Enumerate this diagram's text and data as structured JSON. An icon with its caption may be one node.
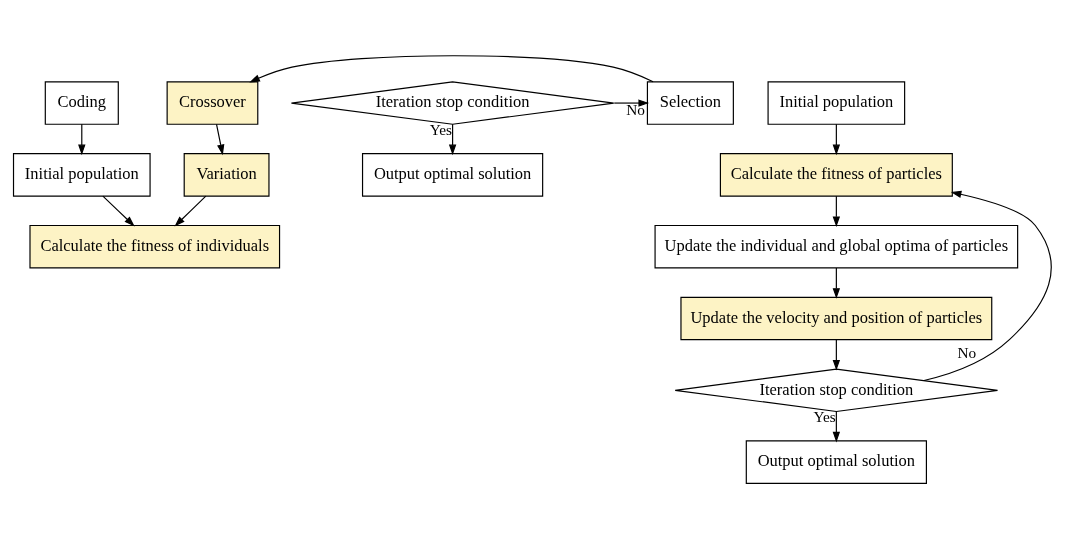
{
  "diagram": {
    "nodes": [
      {
        "text": [
          "Coding"
        ]
      },
      {
        "text": [
          "Initial population"
        ]
      },
      {
        "text": [
          "Variation"
        ]
      },
      {
        "text": [
          "Calculate the fitness of individuals"
        ]
      },
      {
        "text": [
          "Crossover"
        ]
      },
      {
        "text": [
          "Selection"
        ]
      },
      {
        "text": [
          "Iteration stop condition"
        ]
      },
      {
        "text": [
          "Output optimal solution"
        ]
      },
      {
        "text": [
          "Initial population"
        ]
      },
      {
        "text": [
          "Calculate the fitness of particles"
        ]
      },
      {
        "text": [
          "Update the individual and global optima of particles"
        ]
      },
      {
        "text": [
          "Update the velocity and position of particles"
        ]
      },
      {
        "text": [
          "Iteration stop condition"
        ]
      },
      {
        "text": [
          "Output optimal solution"
        ]
      }
    ],
    "edges": [
      {
        "from": 0,
        "to": 1,
        "arrow": "to"
      },
      {
        "from": 1,
        "to": 3,
        "arrow": "to"
      },
      {
        "from": 2,
        "to": 3,
        "arrow": "to"
      },
      {
        "from": 6,
        "to": 5,
        "arrow": "to",
        "label": "No"
      },
      {
        "from": 5,
        "to": 4,
        "arrow": "to"
      },
      {
        "from": 4,
        "to": 2,
        "arrow": "to"
      },
      {
        "from": 6,
        "to": 7,
        "arrow": "to",
        "label": "Yes"
      },
      {
        "from": 8,
        "to": 9,
        "arrow": "to"
      },
      {
        "from": 9,
        "to": 10,
        "arrow": "to"
      },
      {
        "from": 10,
        "to": 11,
        "arrow": "to"
      },
      {
        "from": 11,
        "to": 12,
        "arrow": "to"
      },
      {
        "from": 12,
        "to": 9,
        "arrow": "to",
        "label": "No"
      },
      {
        "from": 12,
        "to": 13,
        "arrow": "to",
        "label": "Yes"
      }
    ]
  }
}
